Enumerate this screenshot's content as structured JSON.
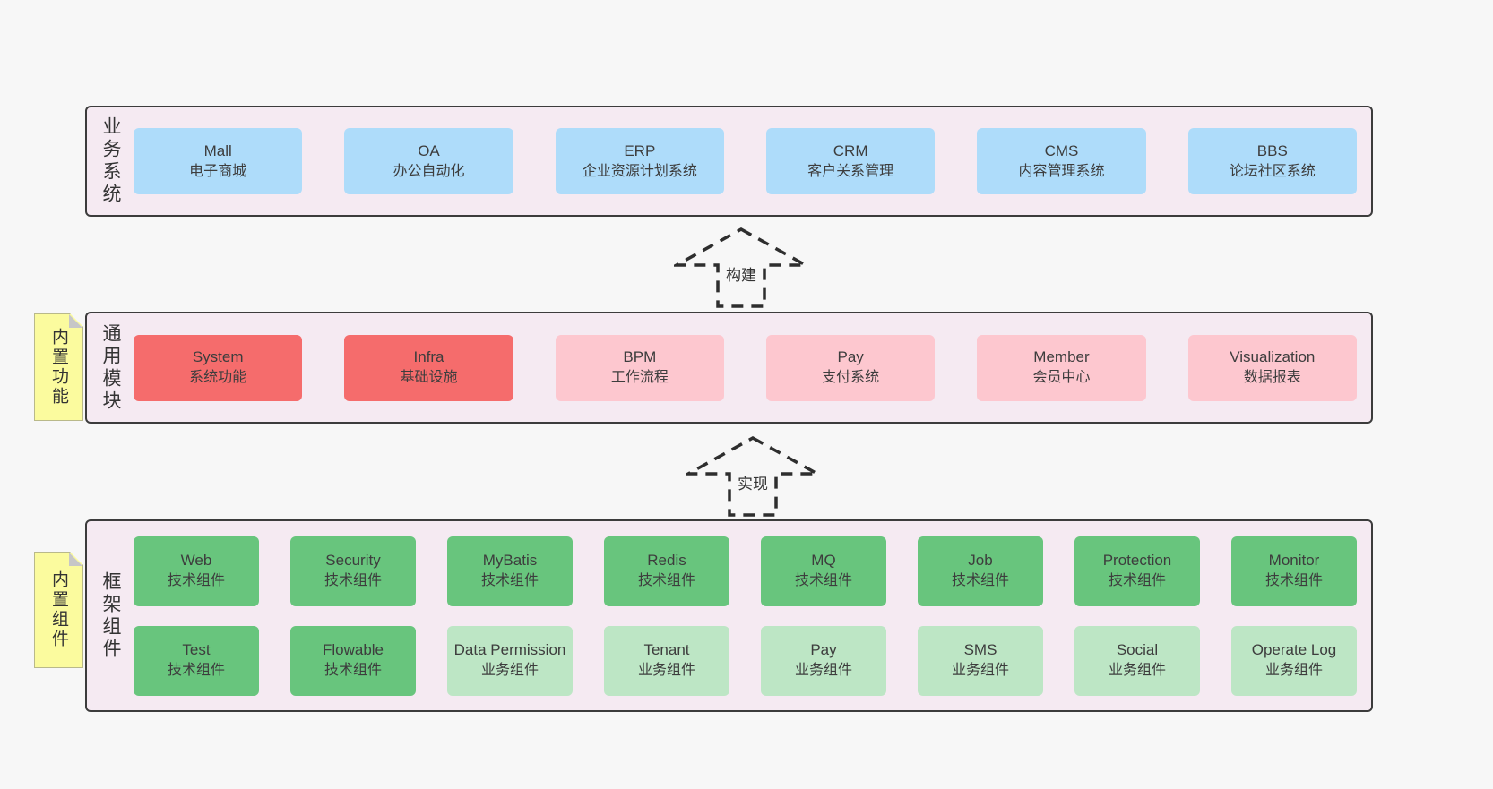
{
  "page": {
    "background": "#f7f7f7"
  },
  "colors": {
    "blue": "#aedcfa",
    "red": "#f56c6c",
    "pink": "#fdc7cf",
    "green": "#68c57d",
    "lightgreen": "#bde6c5",
    "band_bg": "#f5eaf2",
    "band_border": "#3c3c3c",
    "note_bg": "#fbfb9e",
    "note_fold": "#c7c7c7",
    "text": "#3d3d3d"
  },
  "bands": [
    {
      "label": "业务系统",
      "note": null,
      "rows": [
        [
          {
            "title": "Mall",
            "subtitle": "电子商城",
            "type": "blue"
          },
          {
            "title": "OA",
            "subtitle": "办公自动化",
            "type": "blue"
          },
          {
            "title": "ERP",
            "subtitle": "企业资源计划系统",
            "type": "blue"
          },
          {
            "title": "CRM",
            "subtitle": "客户关系管理",
            "type": "blue"
          },
          {
            "title": "CMS",
            "subtitle": "内容管理系统",
            "type": "blue"
          },
          {
            "title": "BBS",
            "subtitle": "论坛社区系统",
            "type": "blue"
          }
        ]
      ]
    },
    {
      "label": "通用模块",
      "note": "内置功能",
      "rows": [
        [
          {
            "title": "System",
            "subtitle": "系统功能",
            "type": "red"
          },
          {
            "title": "Infra",
            "subtitle": "基础设施",
            "type": "red"
          },
          {
            "title": "BPM",
            "subtitle": "工作流程",
            "type": "pink"
          },
          {
            "title": "Pay",
            "subtitle": "支付系统",
            "type": "pink"
          },
          {
            "title": "Member",
            "subtitle": "会员中心",
            "type": "pink"
          },
          {
            "title": "Visualization",
            "subtitle": "数据报表",
            "type": "pink"
          }
        ]
      ]
    },
    {
      "label": "框架组件",
      "note": "内置组件",
      "rows": [
        [
          {
            "title": "Web",
            "subtitle": "技术组件",
            "type": "green"
          },
          {
            "title": "Security",
            "subtitle": "技术组件",
            "type": "green"
          },
          {
            "title": "MyBatis",
            "subtitle": "技术组件",
            "type": "green"
          },
          {
            "title": "Redis",
            "subtitle": "技术组件",
            "type": "green"
          },
          {
            "title": "MQ",
            "subtitle": "技术组件",
            "type": "green"
          },
          {
            "title": "Job",
            "subtitle": "技术组件",
            "type": "green"
          },
          {
            "title": "Protection",
            "subtitle": "技术组件",
            "type": "green"
          },
          {
            "title": "Monitor",
            "subtitle": "技术组件",
            "type": "green"
          }
        ],
        [
          {
            "title": "Test",
            "subtitle": "技术组件",
            "type": "green"
          },
          {
            "title": "Flowable",
            "subtitle": "技术组件",
            "type": "green"
          },
          {
            "title": "Data Permission",
            "subtitle": "业务组件",
            "type": "lightgreen"
          },
          {
            "title": "Tenant",
            "subtitle": "业务组件",
            "type": "lightgreen"
          },
          {
            "title": "Pay",
            "subtitle": "业务组件",
            "type": "lightgreen"
          },
          {
            "title": "SMS",
            "subtitle": "业务组件",
            "type": "lightgreen"
          },
          {
            "title": "Social",
            "subtitle": "业务组件",
            "type": "lightgreen"
          },
          {
            "title": "Operate Log",
            "subtitle": "业务组件",
            "type": "lightgreen"
          }
        ]
      ]
    }
  ],
  "arrows": [
    {
      "label": "构建"
    },
    {
      "label": "实现"
    }
  ]
}
